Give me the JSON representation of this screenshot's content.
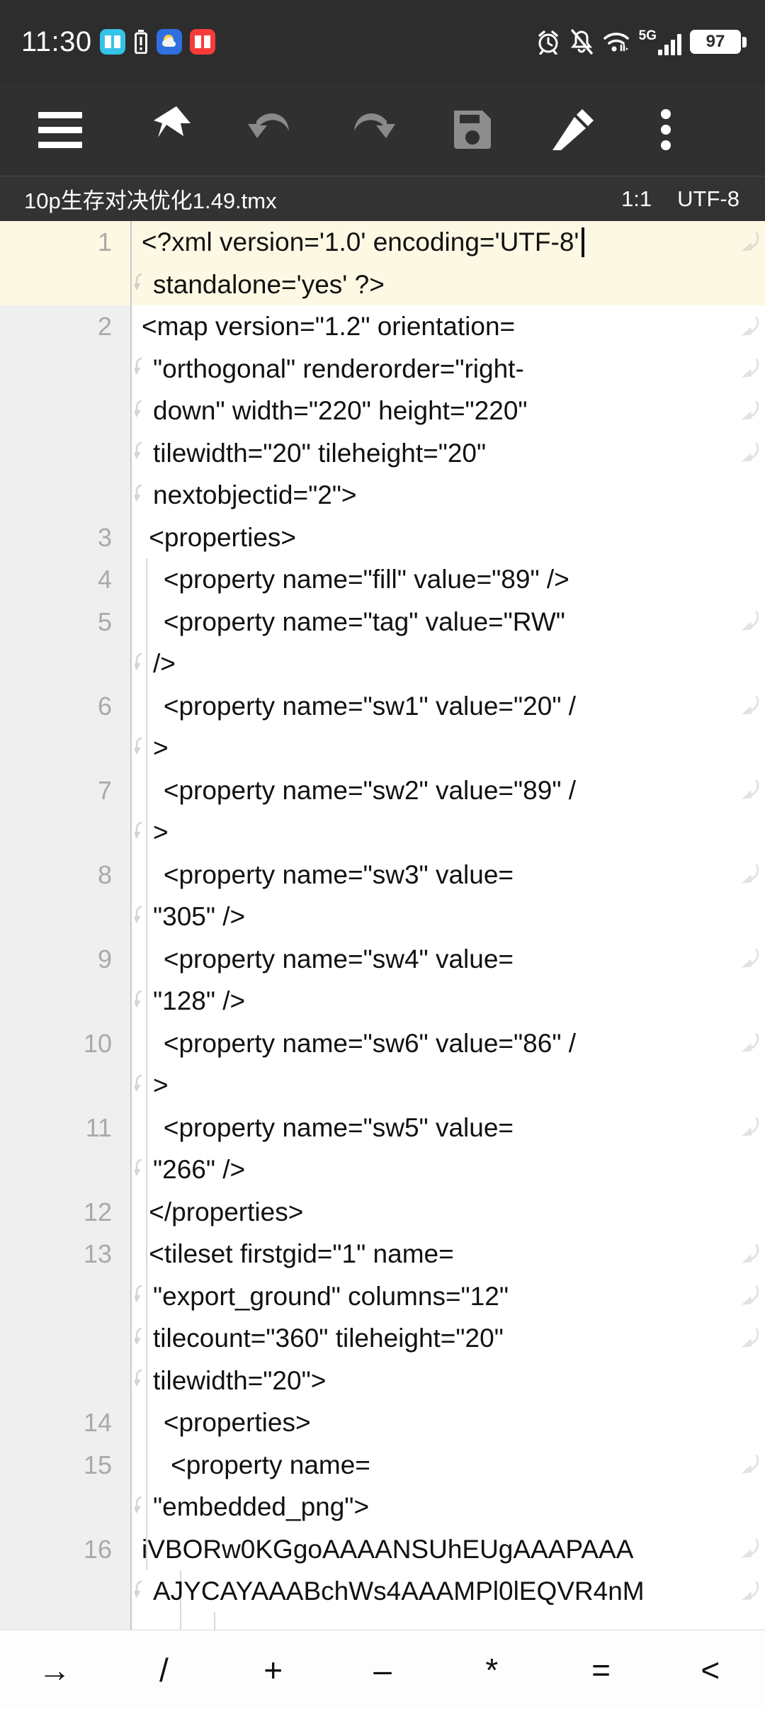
{
  "statusbar": {
    "clock": "11:30",
    "app_icons": [
      "book-blue-icon",
      "battery-alert-icon",
      "weather-icon",
      "book-red-icon"
    ],
    "right_icons": [
      "alarm-icon",
      "bell-muted-icon",
      "wifi-icon",
      "signal-icon"
    ],
    "network_label": "5G",
    "battery_percent": "97",
    "signal_bars": 4
  },
  "toolbar": {
    "items": [
      {
        "name": "menu-button",
        "icon": "hamburger-icon"
      },
      {
        "name": "pin-button",
        "icon": "pin-icon"
      },
      {
        "name": "undo-button",
        "icon": "undo-icon"
      },
      {
        "name": "redo-button",
        "icon": "redo-icon"
      },
      {
        "name": "save-button",
        "icon": "floppy-disk-icon"
      },
      {
        "name": "edit-button",
        "icon": "pencil-icon"
      },
      {
        "name": "more-button",
        "icon": "overflow-menu-icon"
      }
    ]
  },
  "filebar": {
    "filename": "10p生存对决优化1.49.tmx",
    "cursor_position": "1:1",
    "encoding": "UTF-8"
  },
  "editor": {
    "rows": [
      {
        "num": "1",
        "text": "<?xml version='1.0' encoding='UTF-8'",
        "wrap": false,
        "eol": true,
        "hl": true
      },
      {
        "num": "",
        "text": "standalone='yes' ?>",
        "wrap": true,
        "eol": false,
        "hl": true
      },
      {
        "num": "2",
        "text": "<map version=\"1.2\" orientation=",
        "wrap": false,
        "eol": true,
        "hl": false
      },
      {
        "num": "",
        "text": "\"orthogonal\" renderorder=\"right-",
        "wrap": true,
        "eol": true,
        "hl": false
      },
      {
        "num": "",
        "text": "down\" width=\"220\" height=\"220\"",
        "wrap": true,
        "eol": true,
        "hl": false
      },
      {
        "num": "",
        "text": "tilewidth=\"20\" tileheight=\"20\"",
        "wrap": true,
        "eol": true,
        "hl": false
      },
      {
        "num": "",
        "text": "nextobjectid=\"2\">",
        "wrap": true,
        "eol": false,
        "hl": false
      },
      {
        "num": "3",
        "text": " <properties>",
        "wrap": false,
        "eol": false,
        "hl": false
      },
      {
        "num": "4",
        "text": "   <property name=\"fill\" value=\"89\" />",
        "wrap": false,
        "eol": false,
        "hl": false
      },
      {
        "num": "5",
        "text": "   <property name=\"tag\" value=\"RW\"",
        "wrap": false,
        "eol": true,
        "hl": false
      },
      {
        "num": "",
        "text": "/>",
        "wrap": true,
        "eol": false,
        "hl": false
      },
      {
        "num": "6",
        "text": "   <property name=\"sw1\" value=\"20\" /",
        "wrap": false,
        "eol": true,
        "hl": false
      },
      {
        "num": "",
        "text": ">",
        "wrap": true,
        "eol": false,
        "hl": false
      },
      {
        "num": "7",
        "text": "   <property name=\"sw2\" value=\"89\" /",
        "wrap": false,
        "eol": true,
        "hl": false
      },
      {
        "num": "",
        "text": ">",
        "wrap": true,
        "eol": false,
        "hl": false
      },
      {
        "num": "8",
        "text": "   <property name=\"sw3\" value=",
        "wrap": false,
        "eol": true,
        "hl": false
      },
      {
        "num": "",
        "text": "\"305\" />",
        "wrap": true,
        "eol": false,
        "hl": false
      },
      {
        "num": "9",
        "text": "   <property name=\"sw4\" value=",
        "wrap": false,
        "eol": true,
        "hl": false
      },
      {
        "num": "",
        "text": "\"128\" />",
        "wrap": true,
        "eol": false,
        "hl": false
      },
      {
        "num": "10",
        "text": "   <property name=\"sw6\" value=\"86\" /",
        "wrap": false,
        "eol": true,
        "hl": false
      },
      {
        "num": "",
        "text": ">",
        "wrap": true,
        "eol": false,
        "hl": false
      },
      {
        "num": "11",
        "text": "   <property name=\"sw5\" value=",
        "wrap": false,
        "eol": true,
        "hl": false
      },
      {
        "num": "",
        "text": "\"266\" />",
        "wrap": true,
        "eol": false,
        "hl": false
      },
      {
        "num": "12",
        "text": " </properties>",
        "wrap": false,
        "eol": false,
        "hl": false
      },
      {
        "num": "13",
        "text": " <tileset firstgid=\"1\" name=",
        "wrap": false,
        "eol": true,
        "hl": false
      },
      {
        "num": "",
        "text": "\"export_ground\" columns=\"12\"",
        "wrap": true,
        "eol": true,
        "hl": false
      },
      {
        "num": "",
        "text": "tilecount=\"360\" tileheight=\"20\"",
        "wrap": true,
        "eol": true,
        "hl": false
      },
      {
        "num": "",
        "text": "tilewidth=\"20\">",
        "wrap": true,
        "eol": false,
        "hl": false
      },
      {
        "num": "14",
        "text": "   <properties>",
        "wrap": false,
        "eol": false,
        "hl": false
      },
      {
        "num": "15",
        "text": "    <property name=",
        "wrap": false,
        "eol": true,
        "hl": false
      },
      {
        "num": "",
        "text": "\"embedded_png\">",
        "wrap": true,
        "eol": false,
        "hl": false
      },
      {
        "num": "16",
        "text": "iVBORw0KGgoAAAANSUhEUgAAAPAAA",
        "wrap": false,
        "eol": true,
        "hl": false
      },
      {
        "num": "",
        "text": "AJYCAYAAABchWs4AAAMPl0lEQVR4nM",
        "wrap": true,
        "eol": true,
        "hl": false
      }
    ]
  },
  "keybar": {
    "keys": [
      {
        "name": "key-tab",
        "label": "→"
      },
      {
        "name": "key-slash",
        "label": "/"
      },
      {
        "name": "key-plus",
        "label": "+"
      },
      {
        "name": "key-minus",
        "label": "–"
      },
      {
        "name": "key-asterisk",
        "label": "*"
      },
      {
        "name": "key-equals",
        "label": "="
      },
      {
        "name": "key-less-than",
        "label": "<"
      }
    ]
  },
  "colors": {
    "statusbar_bg": "#2d2d2d",
    "toolbar_bg": "#303030",
    "filebar_bg": "#333333",
    "gutter_bg": "#efefef",
    "editor_bg": "#ffffff",
    "highlight_line": "#fdf8e3",
    "accent_text": "#111111"
  }
}
